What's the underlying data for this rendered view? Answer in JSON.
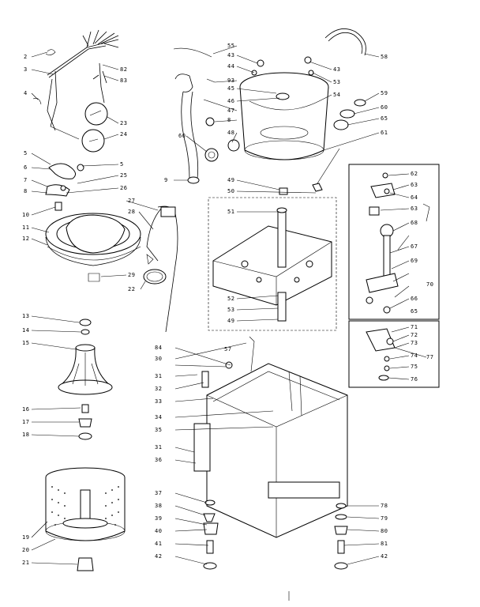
{
  "diagram": {
    "callouts": [
      {
        "id": "c2",
        "text": "2"
      },
      {
        "id": "c3",
        "text": "3"
      },
      {
        "id": "c4",
        "text": "4"
      },
      {
        "id": "c23",
        "text": "23"
      },
      {
        "id": "c24",
        "text": "24"
      },
      {
        "id": "c82",
        "text": "82"
      },
      {
        "id": "c83",
        "text": "83"
      },
      {
        "id": "c5a",
        "text": "5"
      },
      {
        "id": "c5b",
        "text": "5"
      },
      {
        "id": "c6",
        "text": "6"
      },
      {
        "id": "c7",
        "text": "7"
      },
      {
        "id": "c8",
        "text": "8"
      },
      {
        "id": "c25",
        "text": "25"
      },
      {
        "id": "c26",
        "text": "26"
      },
      {
        "id": "c27",
        "text": "27"
      },
      {
        "id": "c28",
        "text": "28"
      },
      {
        "id": "c10",
        "text": "10"
      },
      {
        "id": "c11",
        "text": "11"
      },
      {
        "id": "c12",
        "text": "12"
      },
      {
        "id": "c29",
        "text": "29"
      },
      {
        "id": "c22",
        "text": "22"
      },
      {
        "id": "c13",
        "text": "13"
      },
      {
        "id": "c14",
        "text": "14"
      },
      {
        "id": "c15",
        "text": "15"
      },
      {
        "id": "c16",
        "text": "16"
      },
      {
        "id": "c17",
        "text": "17"
      },
      {
        "id": "c18",
        "text": "18"
      },
      {
        "id": "c19",
        "text": "19"
      },
      {
        "id": "c20",
        "text": "20"
      },
      {
        "id": "c21",
        "text": "21"
      },
      {
        "id": "c55",
        "text": "55"
      },
      {
        "id": "c43a",
        "text": "43"
      },
      {
        "id": "c44a",
        "text": "44"
      },
      {
        "id": "c93",
        "text": "93"
      },
      {
        "id": "c45",
        "text": "45"
      },
      {
        "id": "c46",
        "text": "46"
      },
      {
        "id": "c47",
        "text": "47"
      },
      {
        "id": "c8b",
        "text": "8"
      },
      {
        "id": "c48",
        "text": "48"
      },
      {
        "id": "c60a",
        "text": "60"
      },
      {
        "id": "c9",
        "text": "9"
      },
      {
        "id": "c49a",
        "text": "49"
      },
      {
        "id": "c50",
        "text": "50"
      },
      {
        "id": "c51",
        "text": "51"
      },
      {
        "id": "c52",
        "text": "52"
      },
      {
        "id": "c53",
        "text": "53"
      },
      {
        "id": "c49b",
        "text": "49"
      },
      {
        "id": "c58",
        "text": "58"
      },
      {
        "id": "c43b",
        "text": "43"
      },
      {
        "id": "c53b",
        "text": "53"
      },
      {
        "id": "c54",
        "text": "54"
      },
      {
        "id": "c59",
        "text": "59"
      },
      {
        "id": "c60b",
        "text": "60"
      },
      {
        "id": "c65",
        "text": "65"
      },
      {
        "id": "c61",
        "text": "61"
      },
      {
        "id": "c62",
        "text": "62"
      },
      {
        "id": "c63",
        "text": "63"
      },
      {
        "id": "c64",
        "text": "64"
      },
      {
        "id": "c63b",
        "text": "63"
      },
      {
        "id": "c68",
        "text": "68"
      },
      {
        "id": "c67",
        "text": "67"
      },
      {
        "id": "c69",
        "text": "69"
      },
      {
        "id": "c66",
        "text": "66"
      },
      {
        "id": "c70",
        "text": "70"
      },
      {
        "id": "c65b",
        "text": "65"
      },
      {
        "id": "c71",
        "text": "71"
      },
      {
        "id": "c72",
        "text": "72"
      },
      {
        "id": "c73",
        "text": "73"
      },
      {
        "id": "c74",
        "text": "74"
      },
      {
        "id": "c75",
        "text": "75"
      },
      {
        "id": "c76",
        "text": "76"
      },
      {
        "id": "c77",
        "text": "77"
      },
      {
        "id": "c84",
        "text": "84"
      },
      {
        "id": "c57",
        "text": "57"
      },
      {
        "id": "c30",
        "text": "30"
      },
      {
        "id": "c31a",
        "text": "31"
      },
      {
        "id": "c32",
        "text": "32"
      },
      {
        "id": "c33",
        "text": "33"
      },
      {
        "id": "c34",
        "text": "34"
      },
      {
        "id": "c35",
        "text": "35"
      },
      {
        "id": "c31b",
        "text": "31"
      },
      {
        "id": "c36",
        "text": "36"
      },
      {
        "id": "c37",
        "text": "37"
      },
      {
        "id": "c38",
        "text": "38"
      },
      {
        "id": "c39",
        "text": "39"
      },
      {
        "id": "c40",
        "text": "40"
      },
      {
        "id": "c41",
        "text": "41"
      },
      {
        "id": "c42a",
        "text": "42"
      },
      {
        "id": "c78",
        "text": "78"
      },
      {
        "id": "c79",
        "text": "79"
      },
      {
        "id": "c80",
        "text": "80"
      },
      {
        "id": "c81",
        "text": "81"
      },
      {
        "id": "c42b",
        "text": "42"
      }
    ]
  }
}
